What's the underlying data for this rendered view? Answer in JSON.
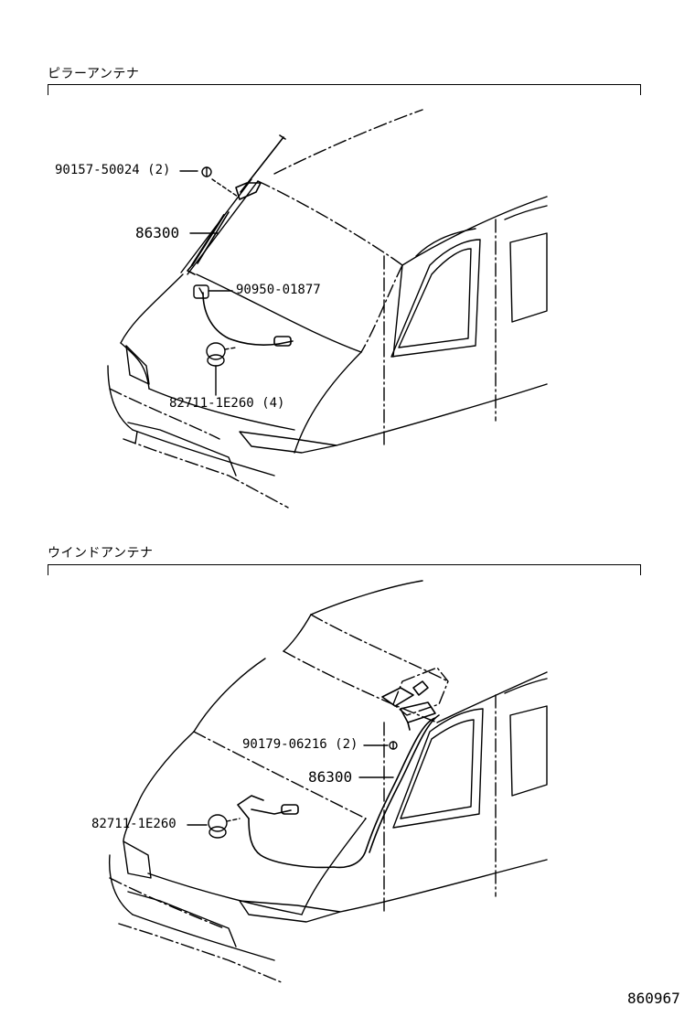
{
  "sections": [
    {
      "title": "ピラーアンテナ",
      "parts": [
        {
          "id": "screw",
          "number": "90157-50024 (2)"
        },
        {
          "id": "antenna",
          "number": "86300"
        },
        {
          "id": "clip",
          "number": "90950-01877"
        },
        {
          "id": "clamp",
          "number": "82711-1E260 (4)"
        }
      ]
    },
    {
      "title": "ウインドアンテナ",
      "parts": [
        {
          "id": "screw",
          "number": "90179-06216 (2)"
        },
        {
          "id": "antenna",
          "number": "86300"
        },
        {
          "id": "clamp",
          "number": "82711-1E260"
        }
      ]
    }
  ],
  "diagram_code": "860967"
}
